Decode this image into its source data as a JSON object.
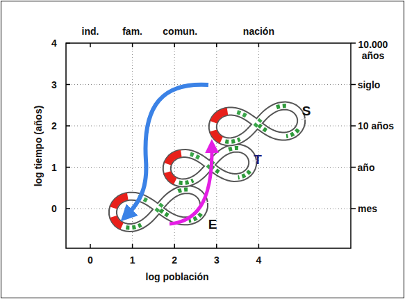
{
  "diagram": {
    "labels": [
      "ind.",
      "fam.",
      "comun.",
      "nación",
      "10.000 años",
      "siglo",
      "10 años",
      "año",
      "mes",
      "4",
      "3",
      "2",
      "1",
      "0",
      "0",
      "1",
      "2",
      "3",
      "4",
      "log tiempo  (años)",
      "log población",
      "S",
      "T",
      "E"
    ]
  }
}
